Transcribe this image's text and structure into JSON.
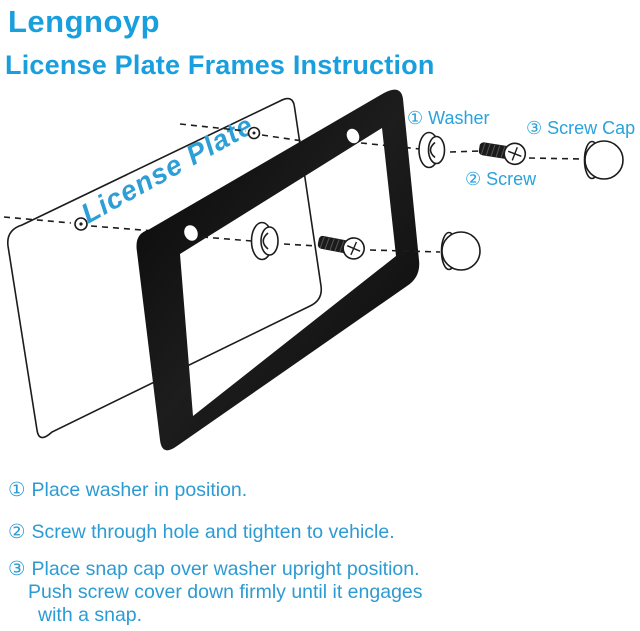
{
  "header": {
    "brand": "Lengnoyp",
    "title": "License Plate Frames Instruction",
    "accent_color": "#199fdd"
  },
  "diagram": {
    "plate_label": "License Plate",
    "labels": {
      "washer": "① Washer",
      "screw": "② Screw",
      "screw_cap": "③ Screw Cap"
    },
    "colors": {
      "frame": "#141414",
      "outline": "#1c1c1c",
      "label_blue": "#2aa2dc"
    }
  },
  "instructions": {
    "steps": [
      {
        "num": "①",
        "lines": [
          "Place washer in position."
        ]
      },
      {
        "num": "②",
        "lines": [
          "Screw through hole and tighten to vehicle."
        ]
      },
      {
        "num": "③",
        "lines": [
          "Place snap cap over washer upright position.",
          "Push screw cover down firmly until it engages",
          "with a snap."
        ]
      }
    ]
  }
}
